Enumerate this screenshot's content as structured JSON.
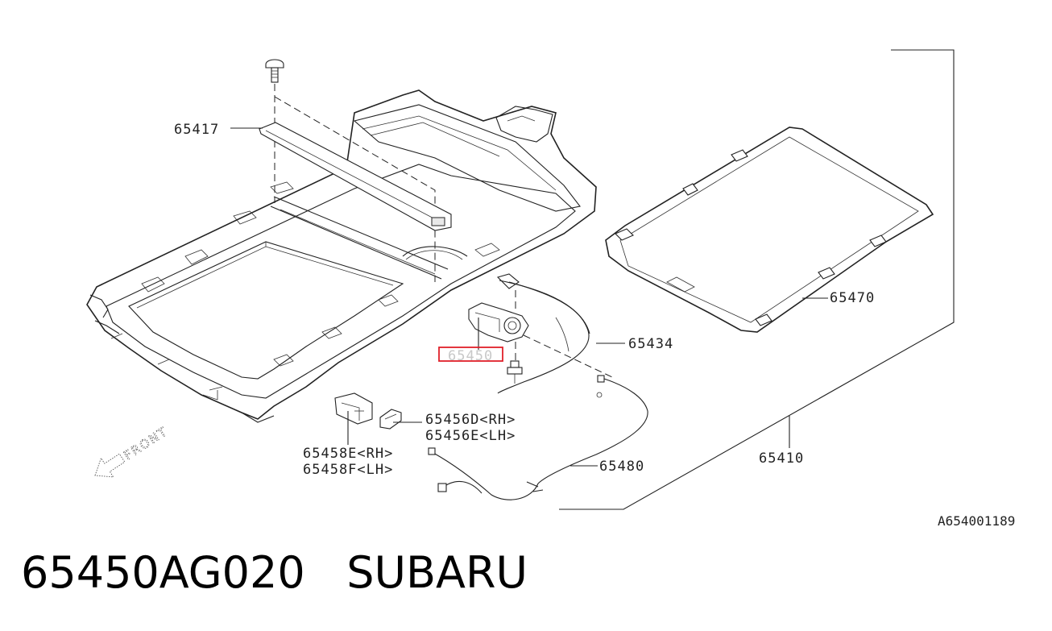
{
  "caption": {
    "part_number": "65450AG020",
    "brand": "SUBARU"
  },
  "reference_code": "A654001189",
  "orientation": "FRONT",
  "callouts": {
    "bolt_bracket": "65417",
    "motor_highlighted": "65450",
    "cable_assembly": "65434",
    "side_bracket_rh": "65456D<RH>",
    "side_bracket_lh": "65456E<LH>",
    "mount_bracket_rh": "65458E<RH>",
    "mount_bracket_lh": "65458F<LH>",
    "drain_hose": "65480",
    "glass_panel": "65470",
    "sunroof_assembly": "65410"
  },
  "colors": {
    "highlight_box": "#e0202a",
    "line": "#222222"
  }
}
